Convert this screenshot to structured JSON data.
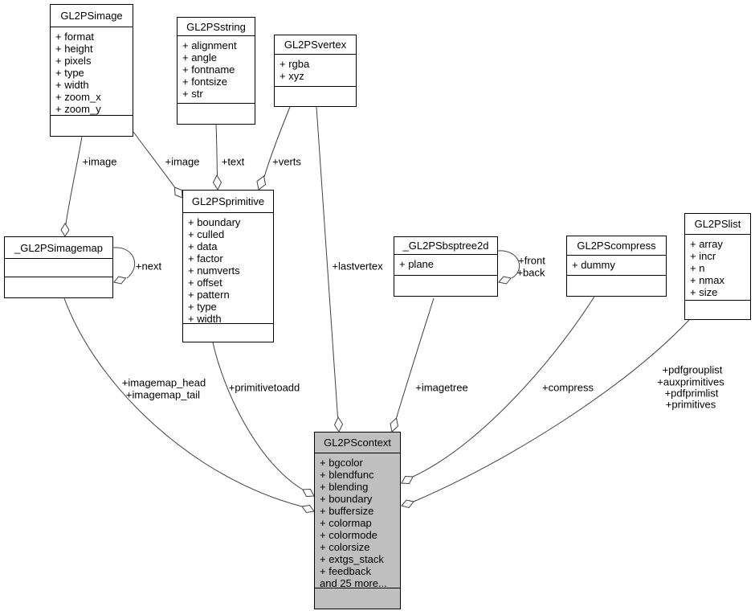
{
  "diagram": {
    "kind": "uml-collaboration-graph",
    "colors": {
      "background": "#ffffff",
      "node_fill": "#ffffff",
      "highlight_fill": "#bfbfbf",
      "border": "#000000",
      "edge": "#404040"
    },
    "classes": [
      {
        "name": "GL2PSimage",
        "attributes": [
          "+ format",
          "+ height",
          "+ pixels",
          "+ type",
          "+ width",
          "+ zoom_x",
          "+ zoom_y"
        ],
        "highlighted": false
      },
      {
        "name": "GL2PSstring",
        "attributes": [
          "+ alignment",
          "+ angle",
          "+ fontname",
          "+ fontsize",
          "+ str"
        ],
        "highlighted": false
      },
      {
        "name": "GL2PSvertex",
        "attributes": [
          "+ rgba",
          "+ xyz"
        ],
        "highlighted": false
      },
      {
        "name": "_GL2PSimagemap",
        "attributes": [],
        "highlighted": false
      },
      {
        "name": "GL2PSprimitive",
        "attributes": [
          "+ boundary",
          "+ culled",
          "+ data",
          "+ factor",
          "+ numverts",
          "+ offset",
          "+ pattern",
          "+ type",
          "+ width"
        ],
        "highlighted": false
      },
      {
        "name": "_GL2PSbsptree2d",
        "attributes": [
          "+ plane"
        ],
        "highlighted": false
      },
      {
        "name": "GL2PScompress",
        "attributes": [
          "+ dummy"
        ],
        "highlighted": false
      },
      {
        "name": "GL2PSlist",
        "attributes": [
          "+ array",
          "+ incr",
          "+ n",
          "+ nmax",
          "+ size"
        ],
        "highlighted": false
      },
      {
        "name": "GL2PScontext",
        "attributes": [
          "+ bgcolor",
          "+ blendfunc",
          "+ blending",
          "+ boundary",
          "+ buffersize",
          "+ colormap",
          "+ colormode",
          "+ colorsize",
          "+ extgs_stack",
          "+ feedback",
          "and 25 more..."
        ],
        "highlighted": true
      }
    ],
    "edge_labels": [
      {
        "text": "+image"
      },
      {
        "text": "+image"
      },
      {
        "text": "+text"
      },
      {
        "text": "+verts"
      },
      {
        "text": "+next"
      },
      {
        "text": "+lastvertex"
      },
      {
        "text": "+front"
      },
      {
        "text": "+back"
      },
      {
        "text": "+imagemap_head"
      },
      {
        "text": "+imagemap_tail"
      },
      {
        "text": "+primitivetoadd"
      },
      {
        "text": "+imagetree"
      },
      {
        "text": "+compress"
      },
      {
        "text": "+pdfgrouplist"
      },
      {
        "text": "+auxprimitives"
      },
      {
        "text": "+pdfprimlist"
      },
      {
        "text": "+primitives"
      }
    ]
  }
}
